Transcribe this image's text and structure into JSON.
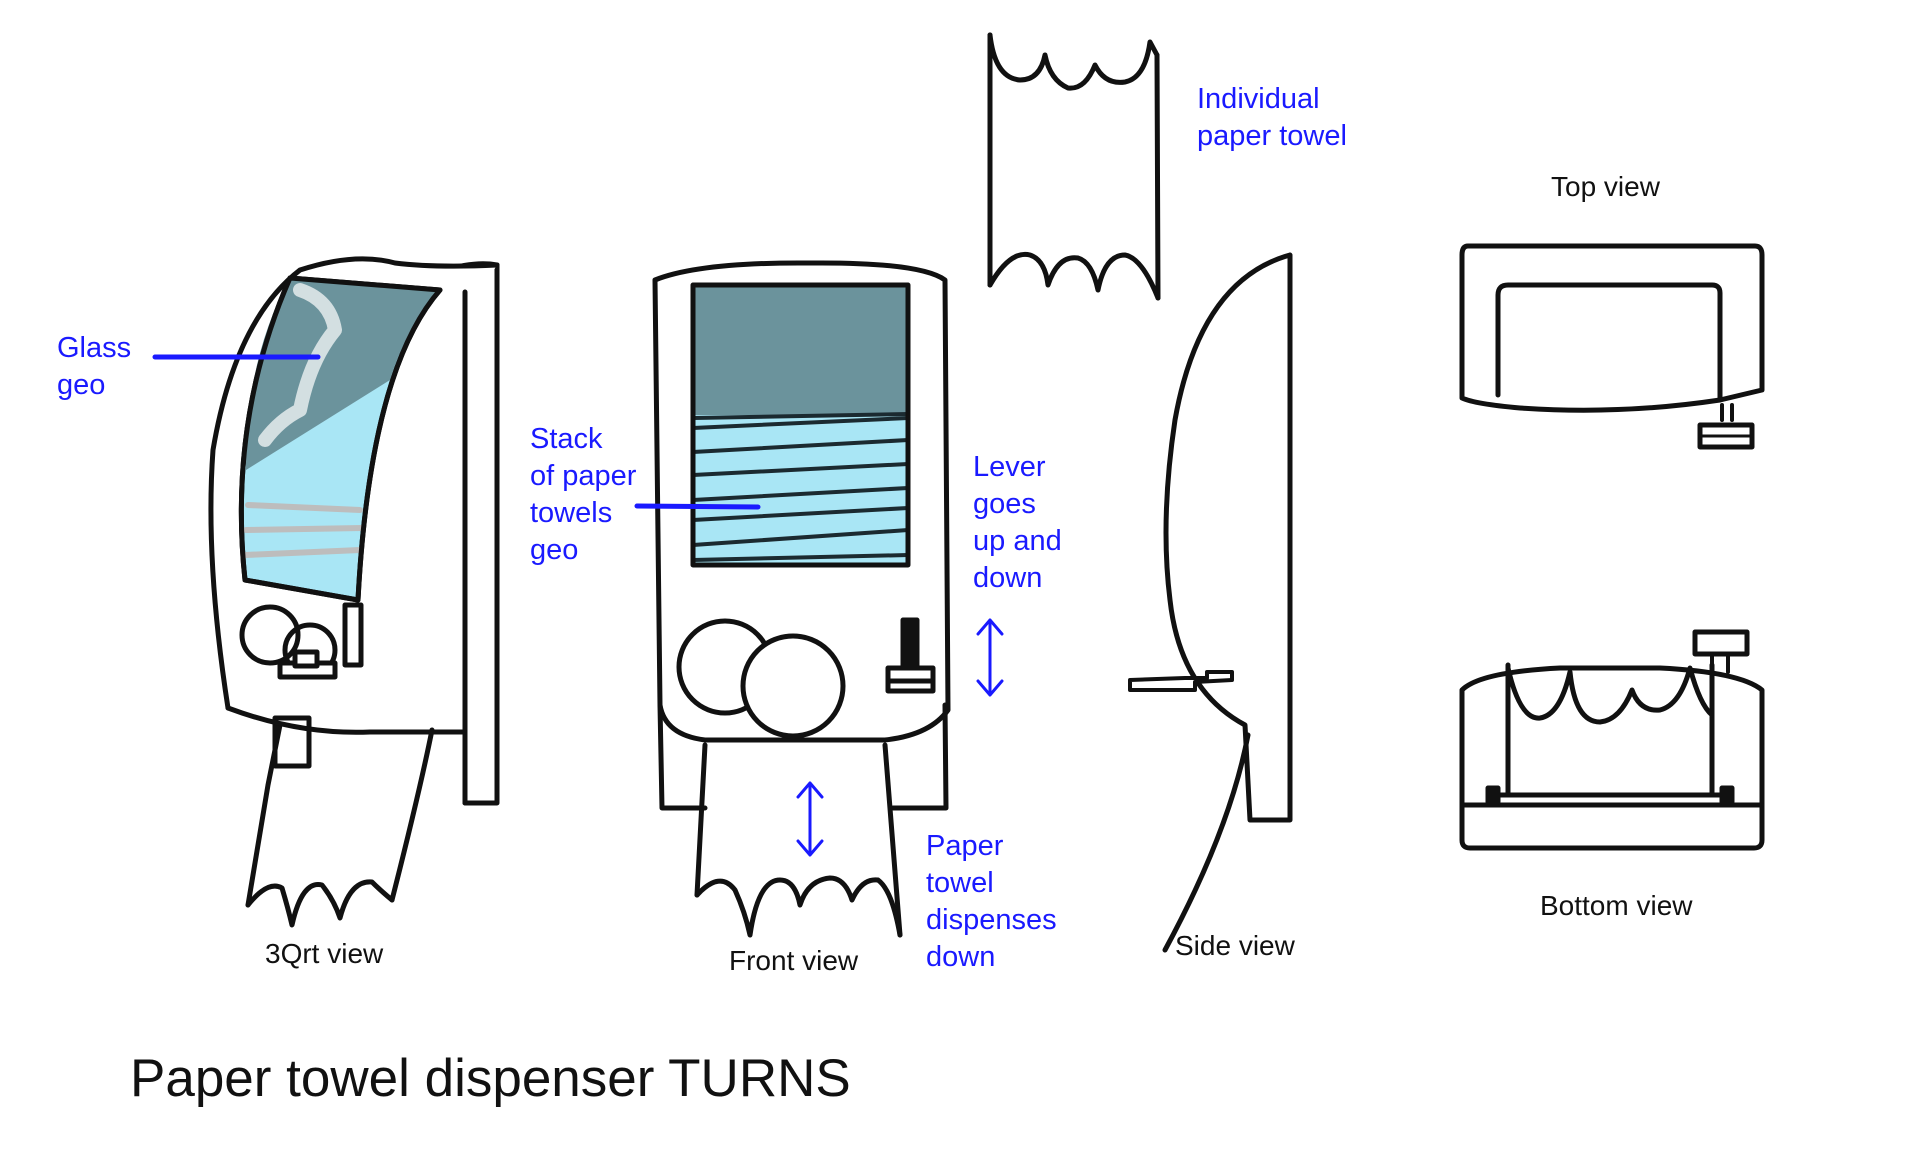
{
  "title": "Paper towel dispenser TURNS",
  "colors": {
    "ink": "#111111",
    "annotation": "#1a1aff",
    "window": "#6b939c",
    "paper_stack": "#a9e6f5"
  },
  "annotations": {
    "glass": "Glass\ngeo",
    "stack": "Stack\nof paper\ntowels\ngeo",
    "lever": "Lever\ngoes\nup and\ndown",
    "paper": "Paper\ntowel\ndispenses\ndown",
    "individual": "Individual\npaper towel"
  },
  "captions": {
    "three_quarter": "3Qrt view",
    "front": "Front view",
    "side": "Side view",
    "top": "Top view",
    "bottom": "Bottom view"
  }
}
